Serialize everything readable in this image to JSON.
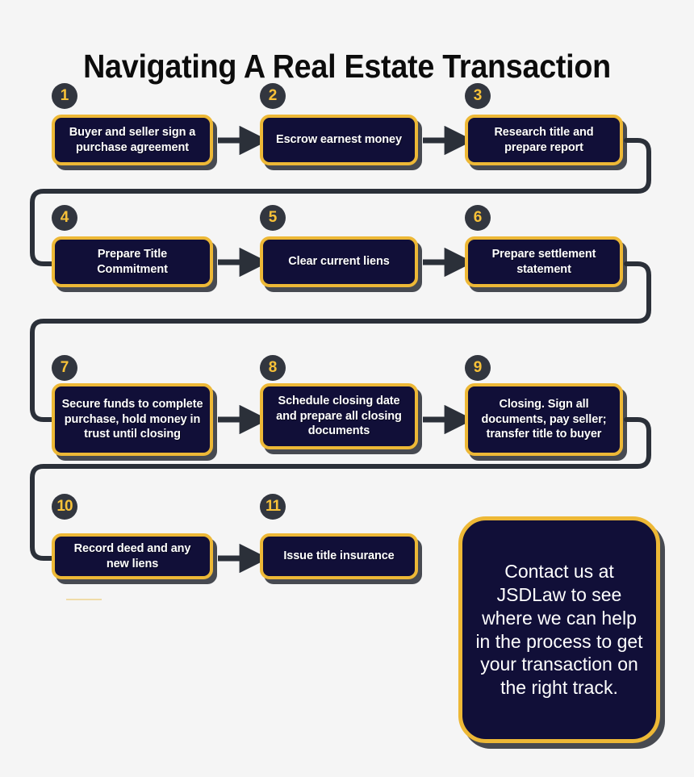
{
  "page": {
    "title": "Navigating A Real Estate Transaction",
    "background_color": "#f5f5f5"
  },
  "theme": {
    "box_fill": "#110f38",
    "box_border": "#edb836",
    "badge_fill": "#32363f",
    "badge_text": "#f7c138",
    "connector": "#2b3039",
    "text": "#ffffff",
    "title_color": "#0c0c0c"
  },
  "steps": [
    {
      "number": "1",
      "label": "Buyer and seller sign a purchase agreement"
    },
    {
      "number": "2",
      "label": "Escrow earnest money"
    },
    {
      "number": "3",
      "label": "Research title and prepare report"
    },
    {
      "number": "4",
      "label": "Prepare Title Commitment"
    },
    {
      "number": "5",
      "label": "Clear current liens"
    },
    {
      "number": "6",
      "label": "Prepare settlement statement"
    },
    {
      "number": "7",
      "label": "Secure funds to complete purchase, hold money in trust until closing"
    },
    {
      "number": "8",
      "label": "Schedule closing date and prepare all closing documents"
    },
    {
      "number": "9",
      "label": "Closing. Sign all documents, pay seller; transfer title to buyer"
    },
    {
      "number": "10",
      "label": "Record deed and any new liens"
    },
    {
      "number": "11",
      "label": "Issue title insurance"
    }
  ],
  "contact": {
    "text": "Contact us at JSDLaw to see where we can help in the process to get your transaction on the right track."
  }
}
